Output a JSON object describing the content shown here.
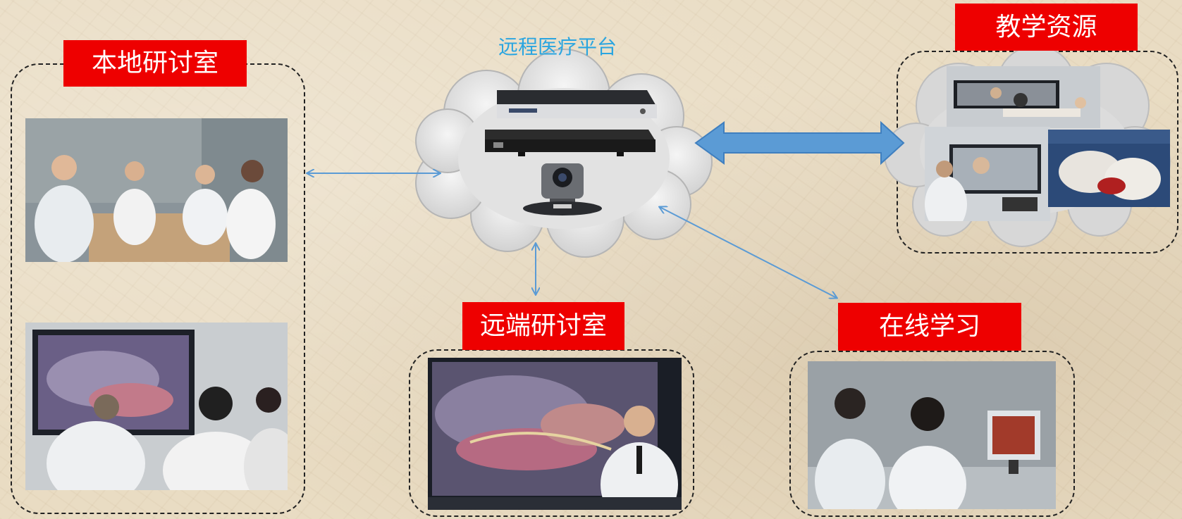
{
  "platform": {
    "title": "远程医疗平台"
  },
  "nodes": {
    "local_room": {
      "label": "本地研讨室"
    },
    "teaching_resources": {
      "label": "教学资源"
    },
    "remote_room": {
      "label": "远端研讨室"
    },
    "online_learning": {
      "label": "在线学习"
    }
  },
  "colors": {
    "label_bg": "#ee0000",
    "arrow": "#5b9bd5",
    "title": "#2aa5e0"
  }
}
